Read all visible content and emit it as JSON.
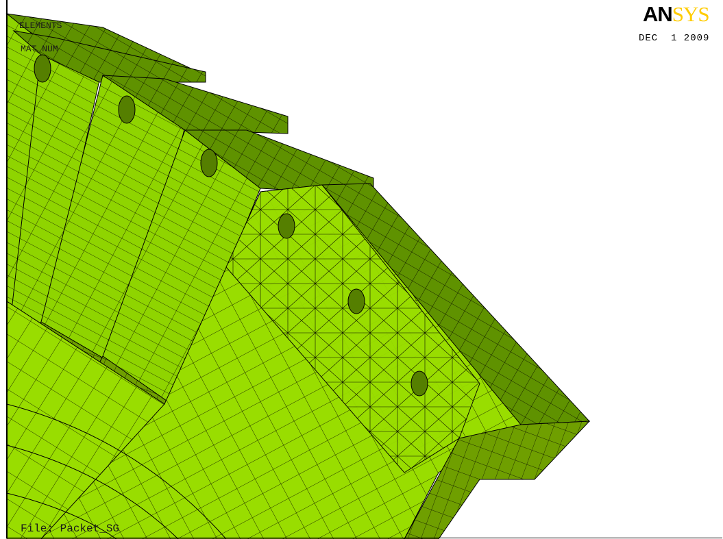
{
  "header": {
    "logo_primary": "AN",
    "logo_secondary": "SYS",
    "date": "DEC  1 2009"
  },
  "overlay_labels": {
    "line1": "ELEMENTS",
    "line2": "MAT NUM"
  },
  "footer": {
    "file_label": "File: Packet_SG"
  },
  "colors": {
    "background": "#ffffff",
    "mesh_light": "#99dd00",
    "mesh_dark": "#669900",
    "mesh_top": "#5a8c00",
    "edges": "#000000",
    "logo_accent": "#ffcc00"
  },
  "icons": {
    "logo": "ansys-logo"
  }
}
